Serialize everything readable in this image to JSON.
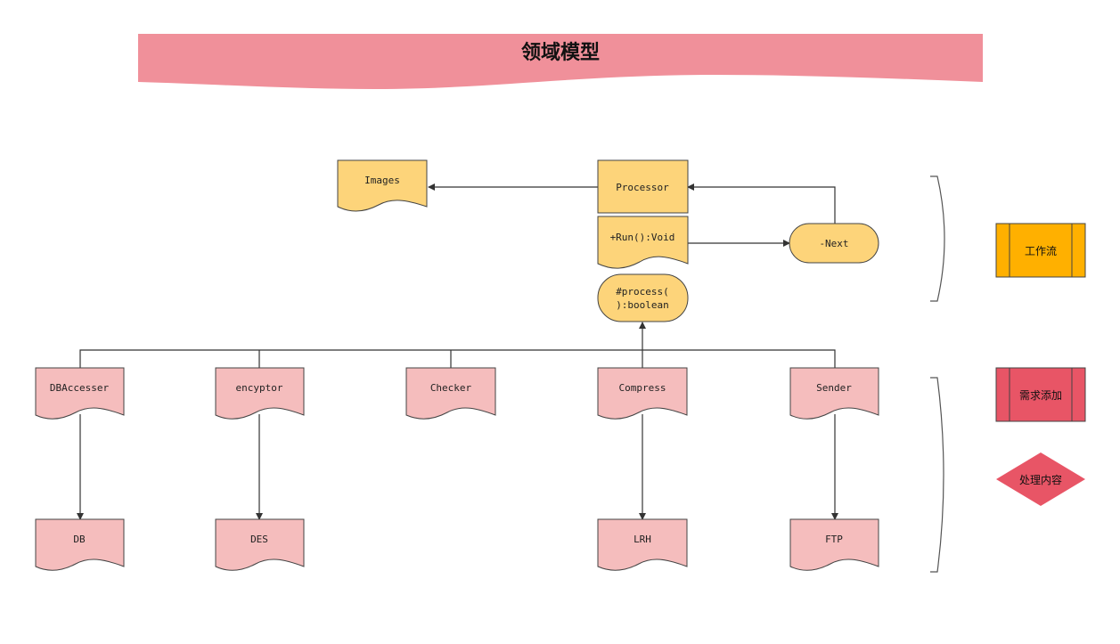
{
  "title": "领域模型",
  "colors": {
    "banner": "#f0909a",
    "yellow_node": "#fdd47a",
    "pink_node": "#f5bdbd",
    "legend_workflow": "#ffb000",
    "legend_requirement": "#e85566",
    "legend_process": "#e85566"
  },
  "nodes": {
    "images": "Images",
    "processor": "Processor",
    "run": "+Run():Void",
    "next": "-Next",
    "process_line1": "#process(",
    "process_line2": "):boolean",
    "dbaccesser": "DBAccesser",
    "encyptor": "encyptor",
    "checker": "Checker",
    "compress": "Compress",
    "sender": "Sender",
    "db": "DB",
    "des": "DES",
    "lrh": "LRH",
    "ftp": "FTP"
  },
  "legend": {
    "workflow": "工作流",
    "requirement": "需求添加",
    "process_content": "处理内容"
  }
}
